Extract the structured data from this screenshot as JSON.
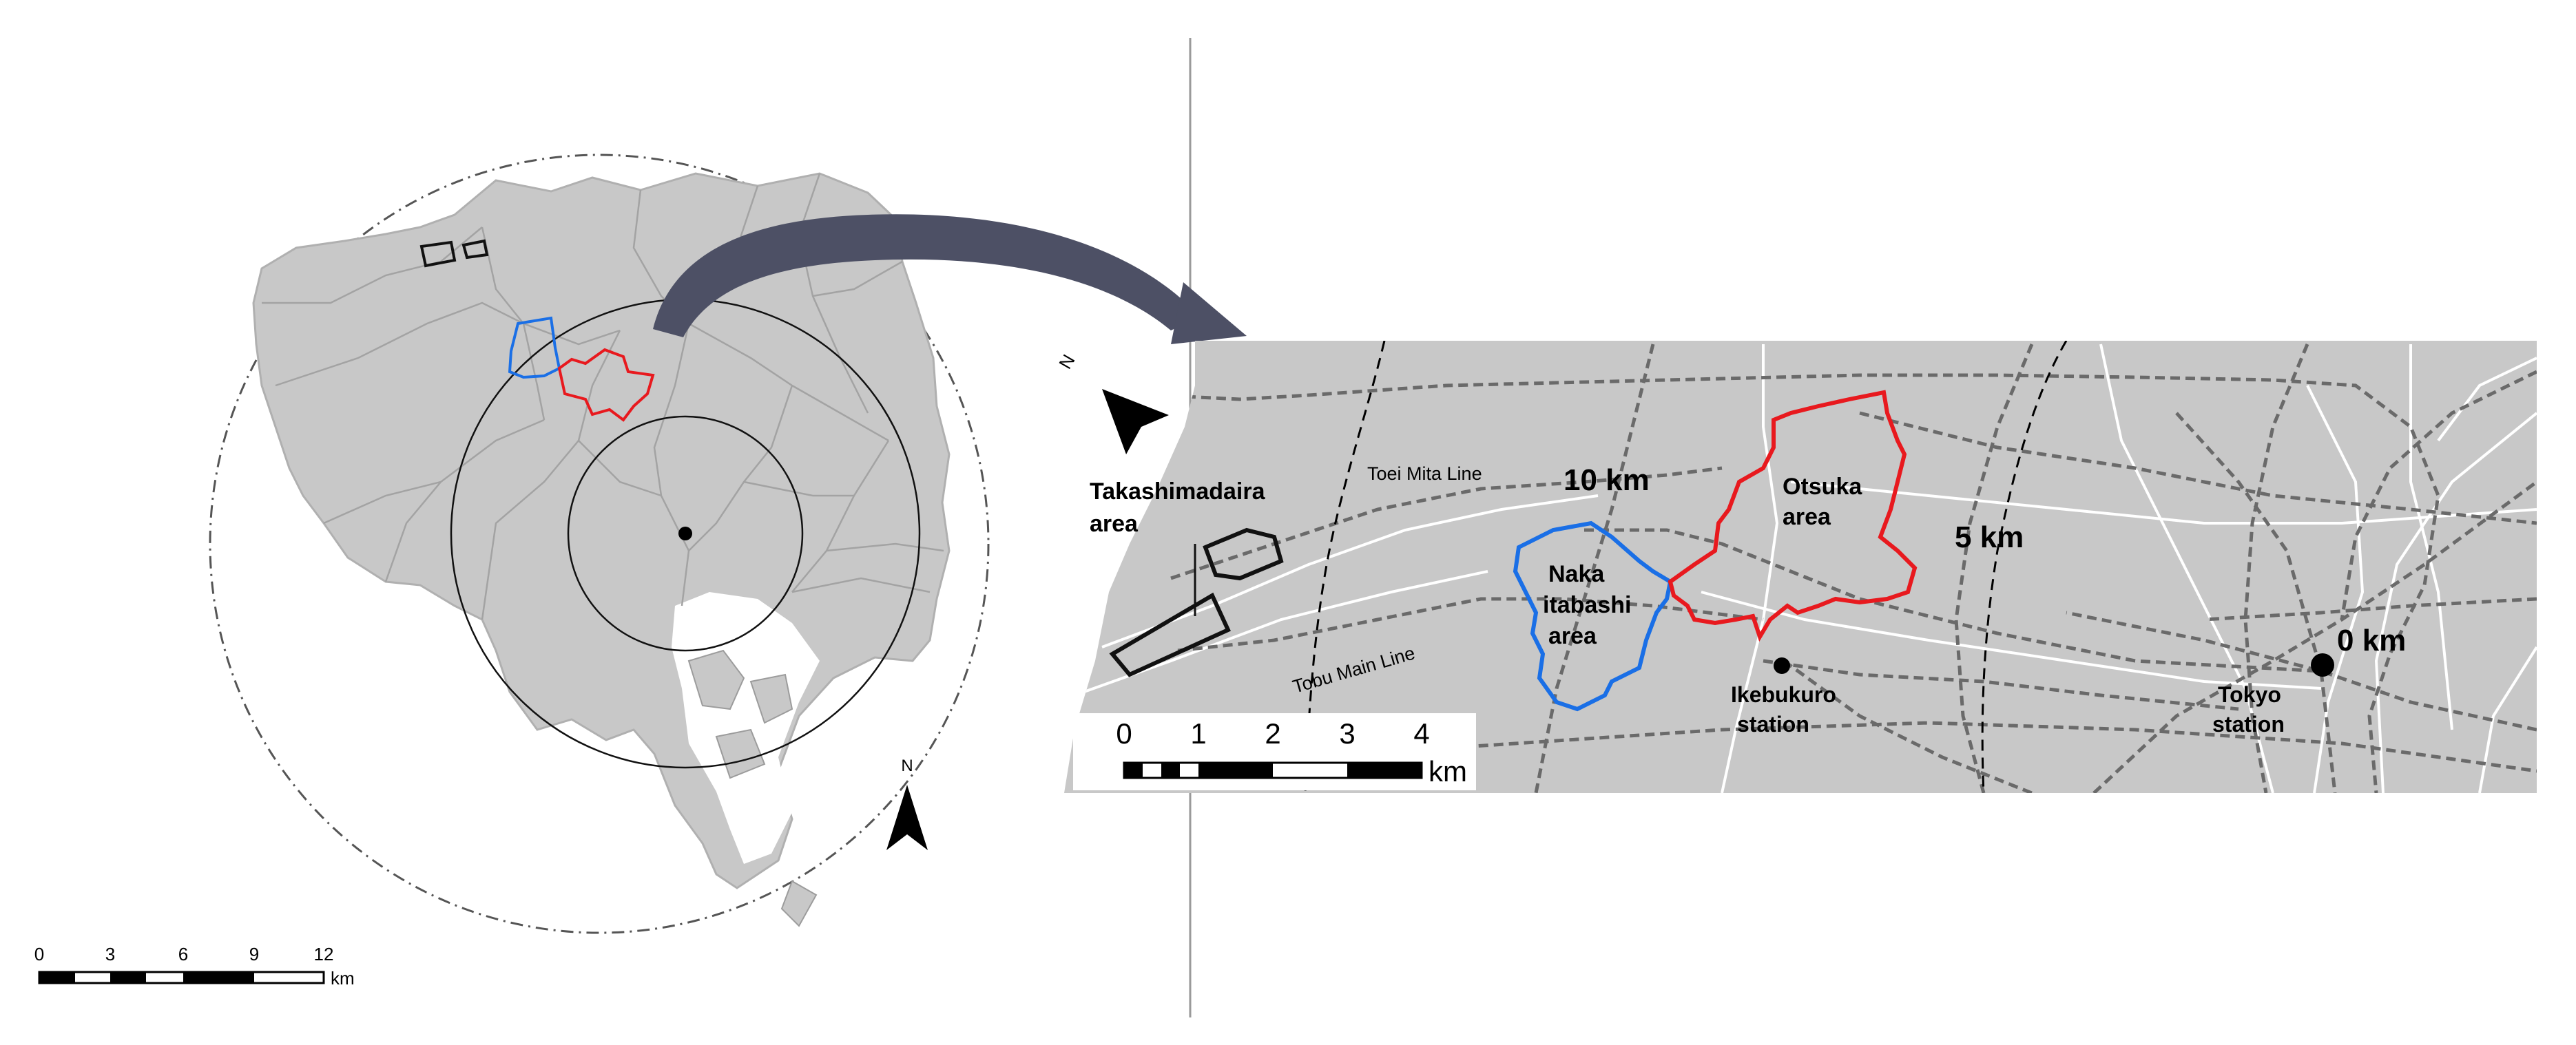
{
  "overview_map": {
    "north_label": "N",
    "scale_ticks": [
      "0",
      "3",
      "6",
      "9",
      "12"
    ],
    "scale_unit": "km"
  },
  "detail_map": {
    "north_label": "N",
    "labels": {
      "takashimadaira_1": "Takashimadaira",
      "takashimadaira_2": "area",
      "toei_mita": "Toei Mita Line",
      "tobu_main": "Tobu Main Line",
      "ring_10": "10 km",
      "ring_5": "5 km",
      "ring_0": "0 km",
      "otsuka_1": "Otsuka",
      "otsuka_2": "area",
      "naka_1": "Naka",
      "naka_2": "itabashi",
      "naka_3": "area",
      "ikebukuro_1": "Ikebukuro",
      "ikebukuro_2": "station",
      "tokyo_1": "Tokyo",
      "tokyo_2": "station"
    },
    "scale_ticks": [
      "0",
      "1",
      "2",
      "3",
      "4"
    ],
    "scale_unit": "km"
  },
  "colors": {
    "land": "#c8c8c8",
    "otsuka_boundary": "#e8191e",
    "naka_itabashi_boundary": "#1a6fe6",
    "takashimadaira_boundary": "#111111",
    "arrow": "#4d5065"
  }
}
